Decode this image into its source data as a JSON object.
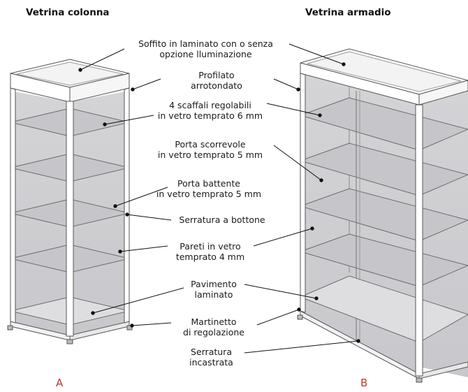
{
  "titles": {
    "left": "Vetrina colonna",
    "right": "Vetrina armadio"
  },
  "labels": {
    "ceiling": [
      "Soffito in laminato con o senza",
      "opzione lluminazione"
    ],
    "profile": [
      "Profilato",
      "arrotondato"
    ],
    "shelves": [
      "4 scaffali regolabili",
      "in vetro temprato 6 mm"
    ],
    "sliding_door": [
      "Porta scorrevole",
      "in vetro temprato 5 mm"
    ],
    "hinged_door": [
      "Porta battente",
      "in vetro temprato 5 mm"
    ],
    "button_lock": [
      "Serratura a bottone"
    ],
    "glass_walls": [
      "Pareti in vetro",
      "temprato 4 mm"
    ],
    "floor": [
      "Pavimento",
      "laminato"
    ],
    "leveling_foot": [
      "Martinetto",
      "di regolazione"
    ],
    "recessed_lock": [
      "Serratura",
      "incastrata"
    ]
  },
  "tags": {
    "left": "A",
    "right": "B"
  },
  "colors": {
    "accent_tag": "#c0392b",
    "glass": "#d7d7d9",
    "frame": "#ffffff",
    "outline": "#555555"
  }
}
